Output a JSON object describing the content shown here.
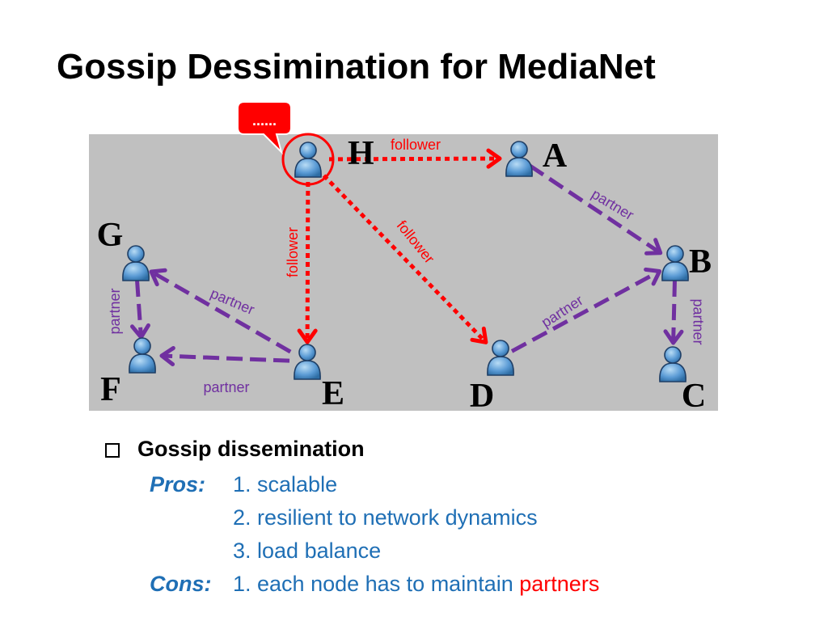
{
  "title": "Gossip Dessimination for MediaNet",
  "callout_text": "......",
  "nodes": [
    {
      "id": "H",
      "label": "H"
    },
    {
      "id": "A",
      "label": "A"
    },
    {
      "id": "B",
      "label": "B"
    },
    {
      "id": "C",
      "label": "C"
    },
    {
      "id": "D",
      "label": "D"
    },
    {
      "id": "E",
      "label": "E"
    },
    {
      "id": "F",
      "label": "F"
    },
    {
      "id": "G",
      "label": "G"
    }
  ],
  "edges": [
    {
      "from": "H",
      "to": "A",
      "type": "follower",
      "label": "follower"
    },
    {
      "from": "H",
      "to": "E",
      "type": "follower",
      "label": "follower"
    },
    {
      "from": "H",
      "to": "D",
      "type": "follower",
      "label": "follower"
    },
    {
      "from": "A",
      "to": "B",
      "type": "partner",
      "label": "partner"
    },
    {
      "from": "D",
      "to": "B",
      "type": "partner",
      "label": "partner"
    },
    {
      "from": "B",
      "to": "C",
      "type": "partner",
      "label": "partner"
    },
    {
      "from": "E",
      "to": "G",
      "type": "partner",
      "label": "partner"
    },
    {
      "from": "E",
      "to": "F",
      "type": "partner",
      "label": "partner"
    },
    {
      "from": "G",
      "to": "F",
      "type": "partner",
      "label": "partner"
    }
  ],
  "colors": {
    "follower": "#ff0000",
    "partner": "#7030a0",
    "panel": "#c0c0c0",
    "text_blue": "#1f6fb5",
    "callout": "#ff0000"
  },
  "bullet": {
    "heading": "Gossip dissemination",
    "pros_label": "Pros:",
    "pros": [
      "1. scalable",
      "2. resilient to network dynamics",
      "3. load balance"
    ],
    "cons_label": "Cons:",
    "cons_prefix": "1. each node has to maintain",
    "cons_highlight": "partners"
  }
}
